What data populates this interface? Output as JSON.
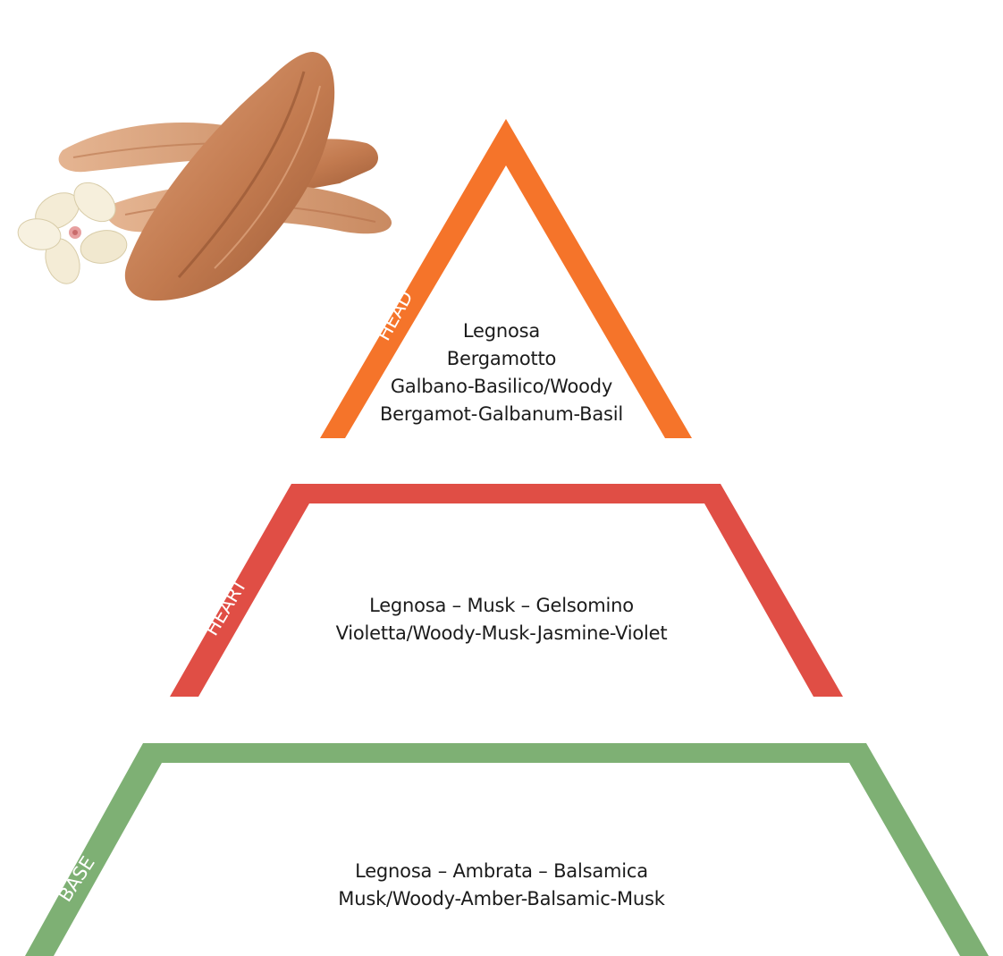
{
  "layers": {
    "head": {
      "label": "HEAD",
      "color": "#f5742a",
      "lines": [
        "Legnosa",
        "Bergamotto",
        "Galbano-Basilico/Woody",
        "Bergamot-Galbanum-Basil"
      ]
    },
    "heart": {
      "label": "HEART",
      "color": "#e04e45",
      "lines": [
        "Legnosa – Musk – Gelsomino",
        "Violetta/Woody-Musk-Jasmine-Violet"
      ]
    },
    "base": {
      "label": "BASE",
      "color": "#7eb074",
      "lines": [
        "Legnosa – Ambrata – Balsamica",
        "Musk/Woody-Amber-Balsamic-Musk"
      ]
    }
  },
  "illustration": {
    "icon": "sandalwood-jasmine-icon",
    "wood_color": "#c7845a",
    "flower_color": "#f4ecd6"
  }
}
